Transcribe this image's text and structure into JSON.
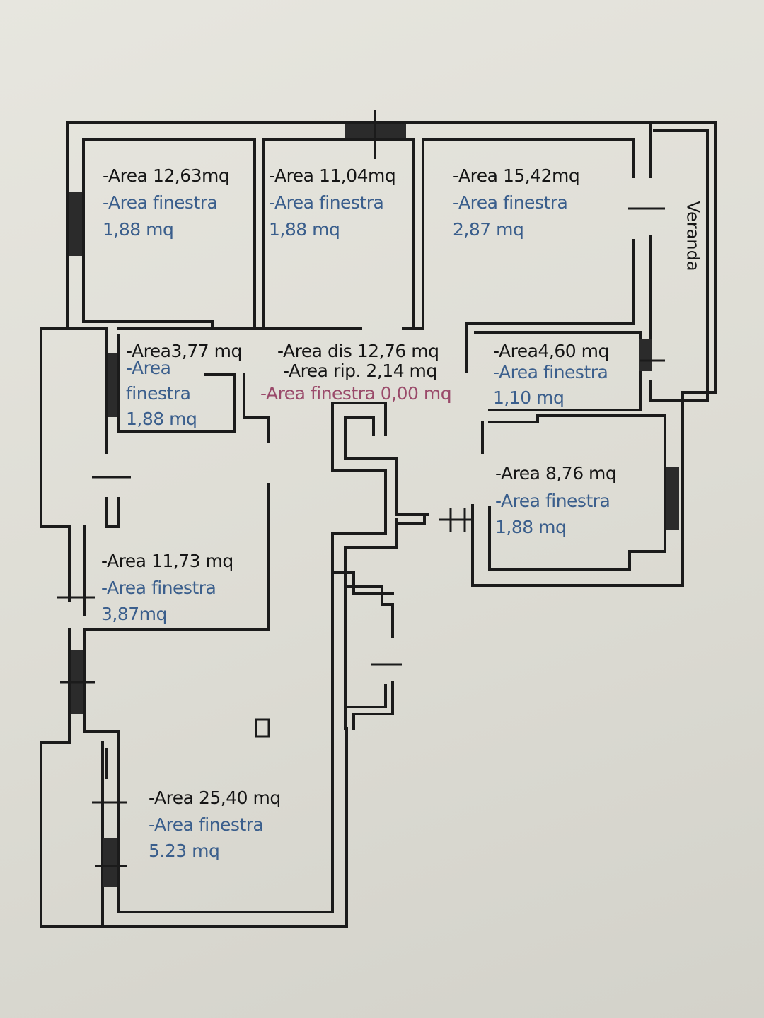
{
  "rooms": [
    {
      "area": "-Area 12,63mq",
      "win_label": "-Area finestra",
      "win_value": "1,88 mq"
    },
    {
      "area": "-Area 11,04mq",
      "win_label": "-Area finestra",
      "win_value": "1,88 mq"
    },
    {
      "area": "-Area 15,42mq",
      "win_label": "-Area finestra",
      "win_value": "2,87 mq"
    },
    {
      "area": "-Area3,77 mq",
      "win_label_1": "-Area",
      "win_label_2": "finestra",
      "win_value": "1,88 mq"
    },
    {
      "area": "-Area dis  12,76 mq",
      "area2": "-Area rip. 2,14 mq",
      "win_label": "-Area finestra 0,00 mq"
    },
    {
      "area": "-Area4,60 mq",
      "win_label": "-Area finestra",
      "win_value": "1,10 mq"
    },
    {
      "area": "-Area 8,76 mq",
      "win_label": "-Area finestra",
      "win_value": "1,88 mq"
    },
    {
      "area": "-Area 11,73 mq",
      "win_label": "-Area finestra",
      "win_value": "3,87mq"
    },
    {
      "area": "-Area 25,40 mq",
      "win_label": "-Area finestra",
      "win_value": "5.23 mq"
    }
  ],
  "veranda_label": "Veranda",
  "colors": {
    "black_text": "#151515",
    "blue_text": "#3a5e8c",
    "magenta_text": "#9a4a6a",
    "walls": "#1b1b1b",
    "paper": "#e3e2db"
  }
}
